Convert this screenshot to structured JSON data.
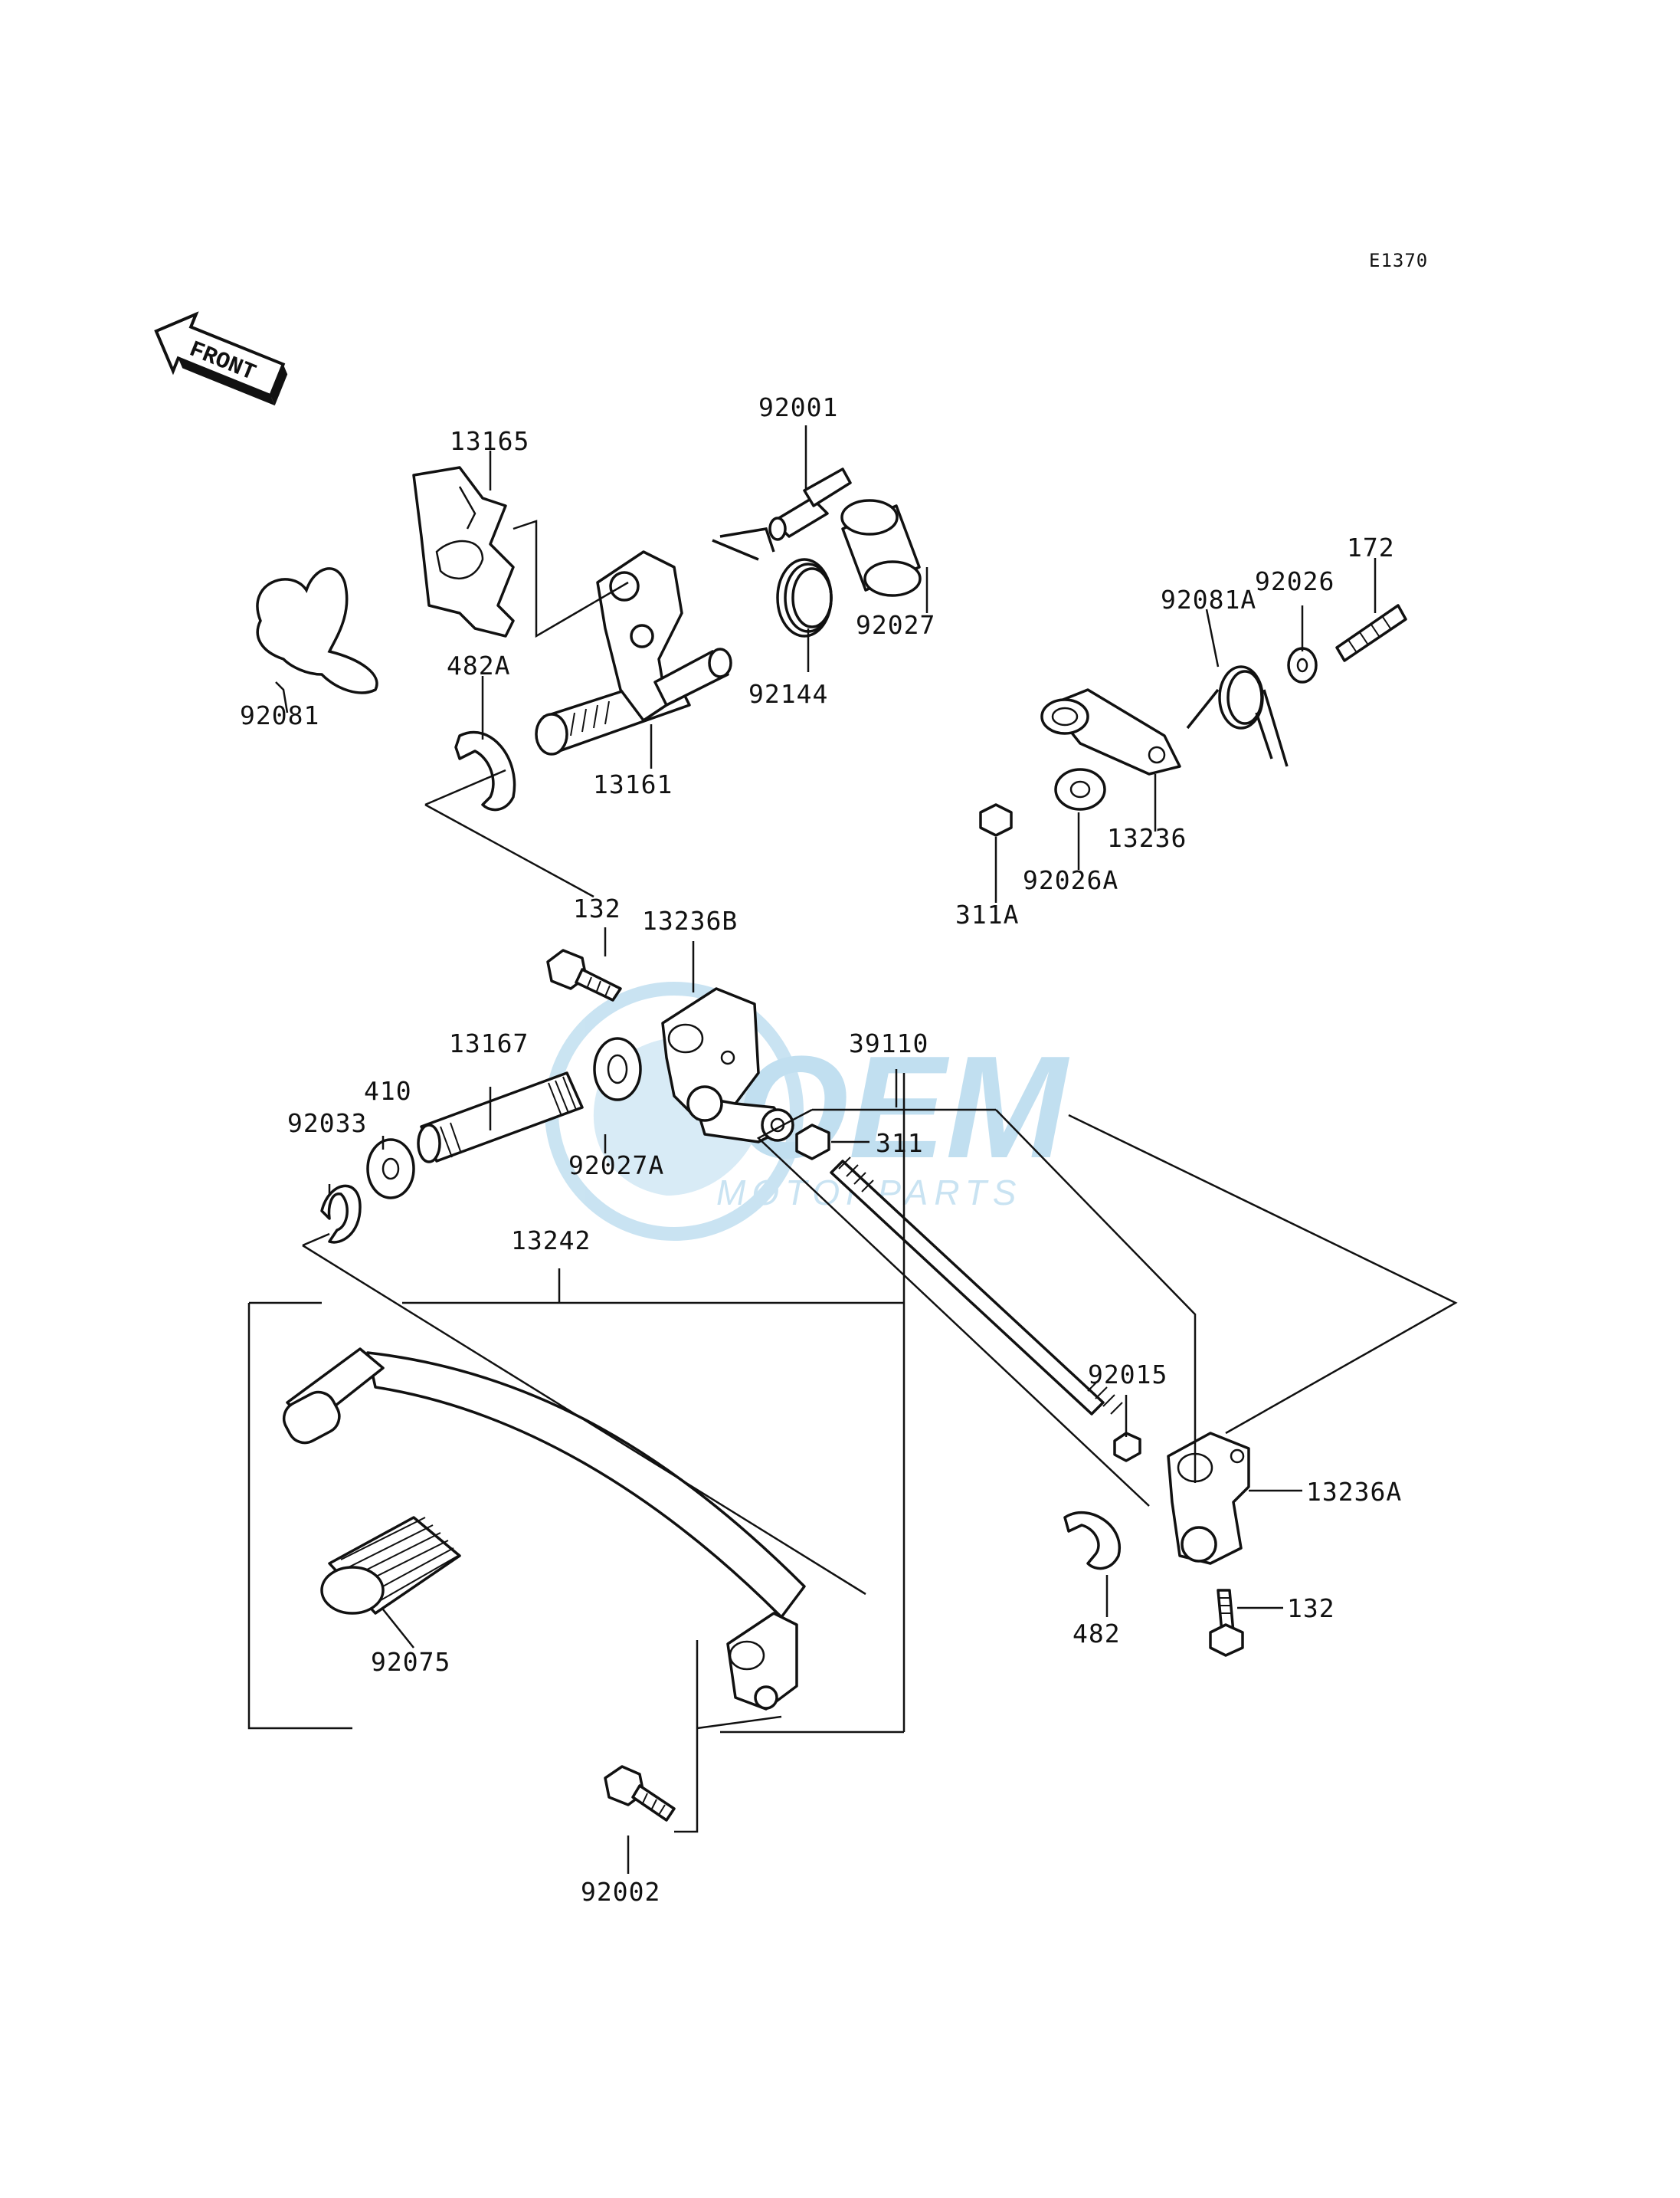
{
  "diagram_code": "E1370",
  "front_label": "FRONT",
  "watermark": {
    "brand": "OEM",
    "sub": "MOTORPARTS",
    "color": "#9ecde8"
  },
  "parts": {
    "p92001": "92001",
    "p13165": "13165",
    "p92027": "92027",
    "p92144": "92144",
    "p92081": "92081",
    "p482A": "482A",
    "p13161": "13161",
    "p172": "172",
    "p92026": "92026",
    "p92081A": "92081A",
    "p13236": "13236",
    "p92026A": "92026A",
    "p311A": "311A",
    "p132a": "132",
    "p13236B": "13236B",
    "p39110": "39110",
    "p13167": "13167",
    "p410": "410",
    "p92033": "92033",
    "p92027A": "92027A",
    "p311": "311",
    "p13242": "13242",
    "p92015": "92015",
    "p13236A": "13236A",
    "p132b": "132",
    "p482": "482",
    "p92075": "92075",
    "p92002": "92002"
  }
}
